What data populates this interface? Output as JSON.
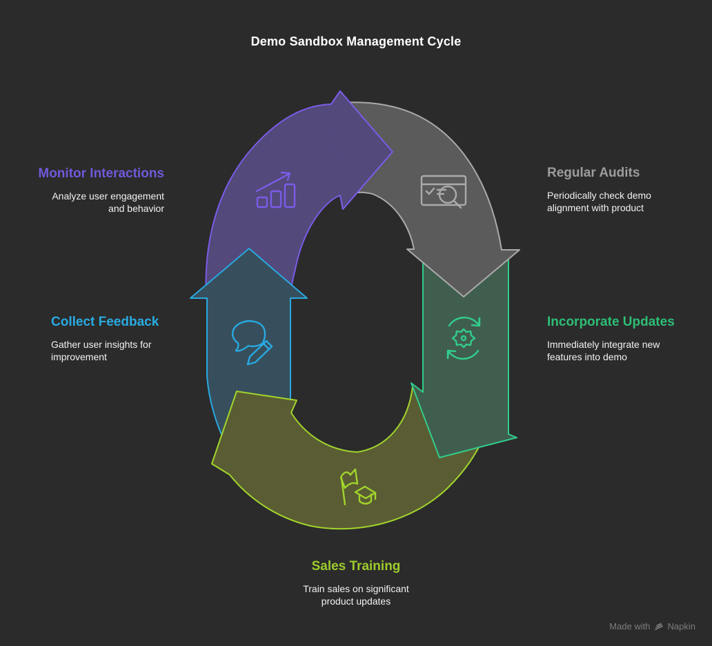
{
  "title": "Demo Sandbox Management Cycle",
  "background_color": "#2b2b2b",
  "body_text_color": "#f2f2f2",
  "stages": [
    {
      "id": "monitor",
      "heading": "Monitor Interactions",
      "body_lines": [
        "Analyze user engagement",
        "and behavior"
      ],
      "heading_color": "#7159da",
      "arrow_stroke": "#7c5ce8",
      "arrow_fill": "#53497b",
      "icon": "trend-chart-icon",
      "position": "top-left"
    },
    {
      "id": "audits",
      "heading": "Regular Audits",
      "body_lines": [
        "Periodically check demo",
        "alignment with product"
      ],
      "heading_color": "#9c9c9c",
      "arrow_stroke": "#ababab",
      "arrow_fill": "#5b5b5b",
      "icon": "audit-window-magnifier-icon",
      "position": "top-right"
    },
    {
      "id": "updates",
      "heading": "Incorporate Updates",
      "body_lines": [
        "Immediately integrate new",
        "features into demo"
      ],
      "heading_color": "#2ebe76",
      "arrow_stroke": "#31ce8c",
      "arrow_fill": "#405e4e",
      "icon": "sync-gear-icon",
      "position": "right"
    },
    {
      "id": "training",
      "heading": "Sales Training",
      "body_lines": [
        "Train sales on significant",
        "product updates"
      ],
      "heading_color": "#9ccb2c",
      "arrow_stroke": "#a2d52c",
      "arrow_fill": "#5a5d33",
      "icon": "flag-graduation-cap-icon",
      "position": "bottom"
    },
    {
      "id": "feedback",
      "heading": "Collect Feedback",
      "body_lines": [
        "Gather user insights for",
        "improvement"
      ],
      "heading_color": "#29abe2",
      "arrow_stroke": "#29a9e1",
      "arrow_fill": "#374f5c",
      "icon": "chat-pencil-icon",
      "position": "left"
    }
  ],
  "watermark": {
    "prefix": "Made with",
    "brand": "Napkin",
    "color": "#7d7d7d"
  }
}
